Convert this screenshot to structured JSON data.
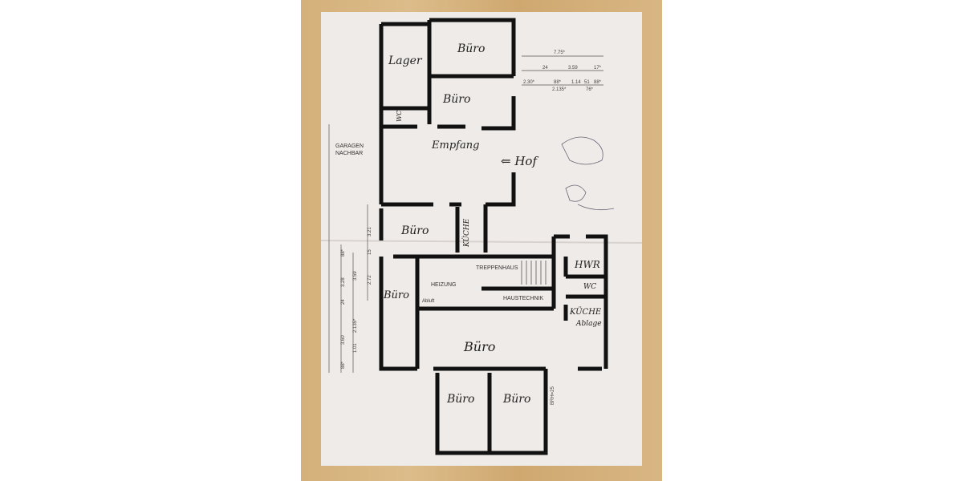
{
  "rooms": {
    "lager": "Lager",
    "buero_top": "Büro",
    "buero_2": "Büro",
    "wc_top": "WC",
    "empfang": "Empfang",
    "hof": "⇐ Hof",
    "garagen": "GARAGEN",
    "nachbar": "NACHBAR",
    "buero_mid": "Büro",
    "kueche_mid": "KÜCHE",
    "treppenhaus": "TREPPENHAUS",
    "heizung": "HEIZUNG",
    "abluft": "Abluft",
    "haustechnik": "HAUSTECHNIK",
    "buero_left": "Büro",
    "hwr": "HWR",
    "wc_right": "WC",
    "kueche_right": "KÜCHE",
    "ablage": "Ablage",
    "buero_big": "Büro",
    "buero_bottom_left": "Büro",
    "buero_bottom_right": "Büro",
    "brh": "BRH=25"
  },
  "dimensions_top": {
    "row1": [
      "7.75*"
    ],
    "row2": [
      "24",
      "3.59",
      "17*"
    ],
    "row3": [
      "2.30*",
      "88*",
      "2.135*",
      "1.14",
      "51",
      "88*",
      "76*"
    ]
  },
  "dimensions_side": [
    "3.21",
    "15",
    "2.72",
    "3.59",
    "3.28",
    "24",
    "88*",
    "3.60",
    "88*",
    "1.01",
    "2.135*"
  ],
  "colors": {
    "paper": "#efebe8",
    "wall": "#111111",
    "table": "#d4b07a"
  }
}
